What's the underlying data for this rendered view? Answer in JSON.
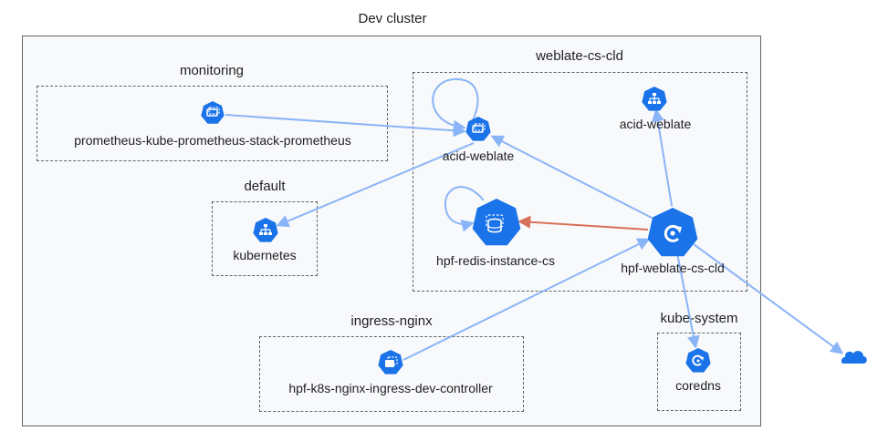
{
  "cluster": {
    "title": "Dev cluster"
  },
  "namespaces": {
    "monitoring": "monitoring",
    "weblate": "weblate-cs-cld",
    "default": "default",
    "ingress": "ingress-nginx",
    "kube_system": "kube-system"
  },
  "nodes": {
    "prometheus": {
      "label": "prometheus-kube-prometheus-stack-prometheus",
      "icon": "statefulset-icon"
    },
    "acid_weblate_sts": {
      "label": "acid-weblate",
      "icon": "statefulset-icon"
    },
    "acid_weblate_svc": {
      "label": "acid-weblate",
      "icon": "service-icon"
    },
    "kubernetes": {
      "label": "kubernetes",
      "icon": "service-icon"
    },
    "redis": {
      "label": "hpf-redis-instance-cs",
      "icon": "database-icon"
    },
    "hpf_weblate": {
      "label": "hpf-weblate-cs-cld",
      "icon": "deployment-icon"
    },
    "nginx": {
      "label": "hpf-k8s-nginx-ingress-dev-controller",
      "icon": "deployment-icon"
    },
    "coredns": {
      "label": "coredns",
      "icon": "deployment-icon"
    },
    "internet": {
      "icon": "cloud-icon"
    }
  },
  "colors": {
    "edge": "#8ab4f8",
    "edge_alert": "#d9705b",
    "node": "#1a73e8"
  }
}
